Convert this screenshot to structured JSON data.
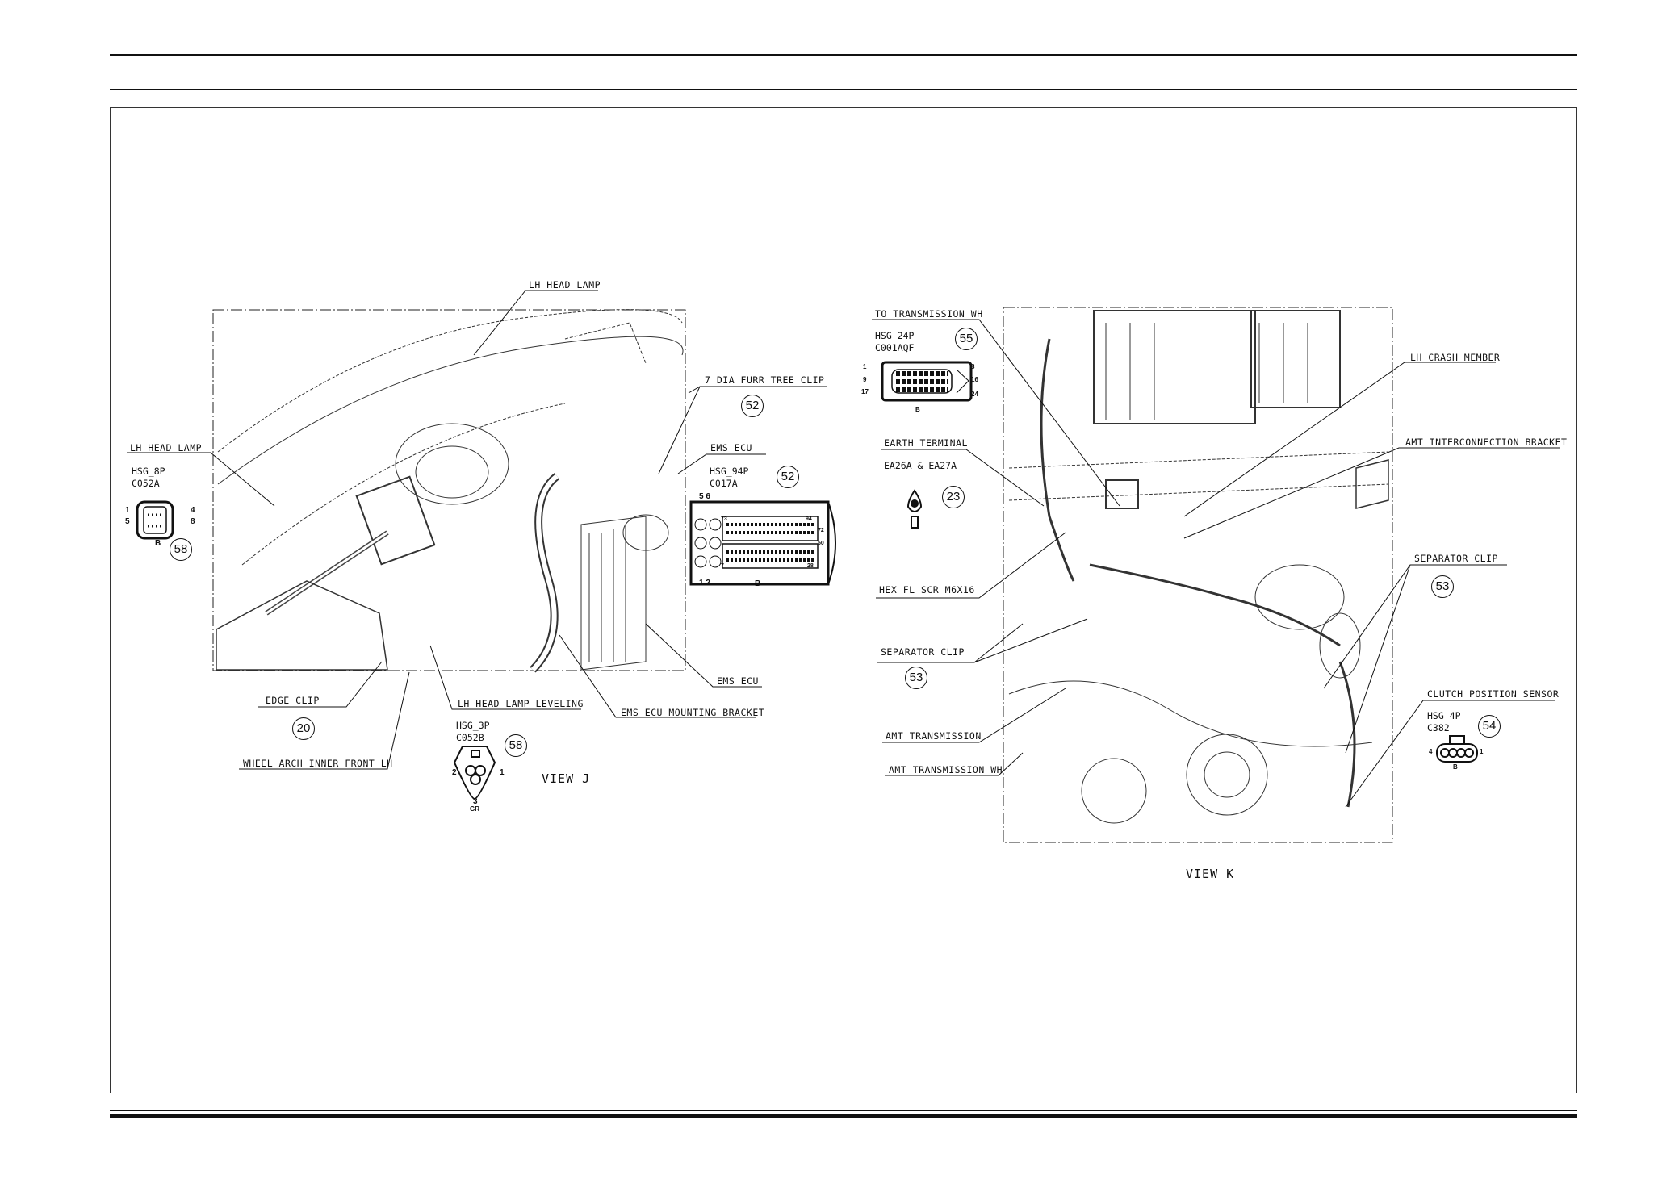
{
  "view_j": {
    "title": "VIEW J",
    "labels": {
      "lh_head_lamp_top": "LH HEAD LAMP",
      "furr_tree_clip": "7 DIA FURR TREE CLIP",
      "ems_ecu_top": "EMS ECU",
      "lh_head_lamp_left": "LH HEAD LAMP",
      "edge_clip": "EDGE CLIP",
      "wheel_arch": "WHEEL ARCH INNER FRONT LH",
      "lh_head_lamp_leveling": "LH HEAD LAMP LEVELING",
      "ems_ecu_bottom": "EMS ECU",
      "ems_ecu_bracket": "EMS ECU MOUNTING BRACKET"
    },
    "callouts": {
      "furr_clip": "52",
      "ems_ecu": "52",
      "head_lamp": "58",
      "edge_clip": "20",
      "leveling": "58"
    },
    "connectors": {
      "ecu": {
        "housing": "HSG_94P",
        "code": "C017A",
        "pins": [
          "5 6",
          "1 2",
          "73",
          "94",
          "72",
          "50",
          "7",
          "28"
        ],
        "side": "B"
      },
      "head_lamp": {
        "housing": "HSG_8P",
        "code": "C052A",
        "pins": [
          "1",
          "5",
          "4",
          "8"
        ],
        "side": "B"
      },
      "leveling": {
        "housing": "HSG_3P",
        "code": "C052B",
        "pins": [
          "2",
          "1",
          "3"
        ],
        "color": "GR"
      }
    }
  },
  "view_k": {
    "title": "VIEW K",
    "labels": {
      "to_transmission_wh": "TO TRANSMISSION WH",
      "earth_terminal": "EARTH TERMINAL",
      "hex_screw": "HEX FL SCR M6X16",
      "separator_clip_left": "SEPARATOR CLIP",
      "amt_transmission": "AMT TRANSMISSION",
      "amt_transmission_wh": "AMT TRANSMISSION WH",
      "lh_crash_member": "LH CRASH MEMBER",
      "amt_bracket": "AMT INTERCONNECTION BRACKET",
      "separator_clip_right": "SEPARATOR CLIP",
      "clutch_sensor": "CLUTCH POSITION SENSOR"
    },
    "callouts": {
      "transmission": "55",
      "earth": "23",
      "sep_left": "53",
      "sep_right": "53",
      "clutch": "54"
    },
    "connectors": {
      "transmission": {
        "housing": "HSG_24P",
        "code": "C001AQF",
        "pins": [
          "1",
          "9",
          "17",
          "8",
          "16",
          "24"
        ],
        "side": "B"
      },
      "earth": {
        "code": "EA26A & EA27A"
      },
      "clutch": {
        "housing": "HSG_4P",
        "code": "C382",
        "pins": [
          "4",
          "1"
        ],
        "side": "B"
      }
    }
  }
}
